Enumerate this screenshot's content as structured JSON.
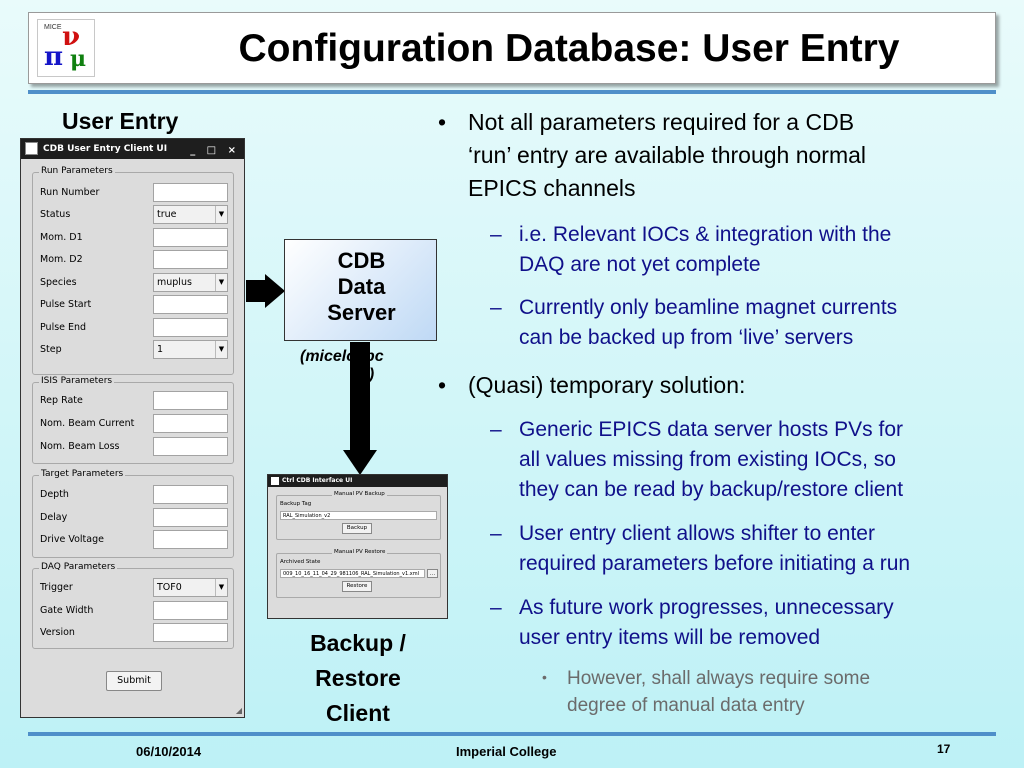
{
  "slide": {
    "title": "Configuration Database: User Entry",
    "left_heading": "User Entry",
    "footer_date": "06/10/2014",
    "footer_org": "Imperial College",
    "page_number": "17"
  },
  "colors": {
    "rule_blue": "#4f8fc9",
    "sub_bullet_blue": "#10108a",
    "sub_sub_gray": "#6b6b6b"
  },
  "entry_window": {
    "title": "CDB User Entry Client UI",
    "controls": "_ □ ×",
    "groups": [
      {
        "legend": "Run Parameters",
        "rows": [
          {
            "label": "Run Number",
            "type": "field",
            "value": ""
          },
          {
            "label": "Status",
            "type": "combo",
            "value": "true"
          },
          {
            "label": "Mom. D1",
            "type": "field",
            "value": ""
          },
          {
            "label": "Mom. D2",
            "type": "field",
            "value": ""
          },
          {
            "label": "Species",
            "type": "combo",
            "value": "muplus"
          },
          {
            "label": "Pulse Start",
            "type": "field",
            "value": ""
          },
          {
            "label": "Pulse End",
            "type": "field",
            "value": ""
          },
          {
            "label": "Step",
            "type": "combo",
            "value": "1"
          }
        ]
      },
      {
        "legend": "ISIS Parameters",
        "rows": [
          {
            "label": "Rep Rate",
            "type": "field",
            "value": ""
          },
          {
            "label": "Nom. Beam Current",
            "type": "field",
            "value": ""
          },
          {
            "label": "Nom. Beam Loss",
            "type": "field",
            "value": ""
          }
        ]
      },
      {
        "legend": "Target Parameters",
        "rows": [
          {
            "label": "Depth",
            "type": "field",
            "value": ""
          },
          {
            "label": "Delay",
            "type": "field",
            "value": ""
          },
          {
            "label": "Drive Voltage",
            "type": "field",
            "value": ""
          }
        ]
      },
      {
        "legend": "DAQ Parameters",
        "rows": [
          {
            "label": "Trigger",
            "type": "combo",
            "value": "TOF0"
          },
          {
            "label": "Gate Width",
            "type": "field",
            "value": ""
          },
          {
            "label": "Version",
            "type": "field",
            "value": ""
          }
        ]
      }
    ],
    "submit_label": "Submit"
  },
  "server_box": {
    "line1": "CDB",
    "line2": "Data",
    "line3": "Server",
    "host_line1": "(micelocpc",
    "host_line2": "0)"
  },
  "backup_window": {
    "title": "Ctrl CDB Interface UI",
    "backup_legend": "Manual PV Backup",
    "backup_tag_label": "Backup Tag",
    "backup_tag_value": "RAL_Simulation_v2",
    "backup_button": "Backup",
    "restore_legend": "Manual PV Restore",
    "archived_label": "Archived State",
    "archived_value": "009_10_16_11_04_29_981106_RAL_Simulation_v1.xml",
    "browse_button": "...",
    "restore_button": "Restore"
  },
  "backup_label": {
    "line1": "Backup /",
    "line2": "Restore",
    "line3": "Client"
  },
  "bullets": {
    "b1": {
      "line1": "Not all parameters required for a CDB",
      "line2": "‘run’ entry are available through normal",
      "line3": "EPICS channels"
    },
    "b1_1": {
      "line1": "i.e. Relevant IOCs & integration with the",
      "line2": "DAQ are not yet complete"
    },
    "b1_2": {
      "line1": "Currently only beamline magnet currents",
      "line2": "can be backed up from ‘live’ servers"
    },
    "b2": {
      "line1": "(Quasi) temporary solution:"
    },
    "b2_1": {
      "line1": "Generic EPICS data server hosts PVs for",
      "line2": "all values missing from existing IOCs, so",
      "line3": "they can be read by backup/restore client"
    },
    "b2_2": {
      "line1": "User entry client allows shifter to enter",
      "line2": "required parameters before initiating a run"
    },
    "b2_3": {
      "line1": "As future work progresses, unnecessary",
      "line2": "user entry items will be removed"
    },
    "b2_3_1": {
      "line1": "However, shall always require some",
      "line2": "degree of manual data entry"
    }
  }
}
